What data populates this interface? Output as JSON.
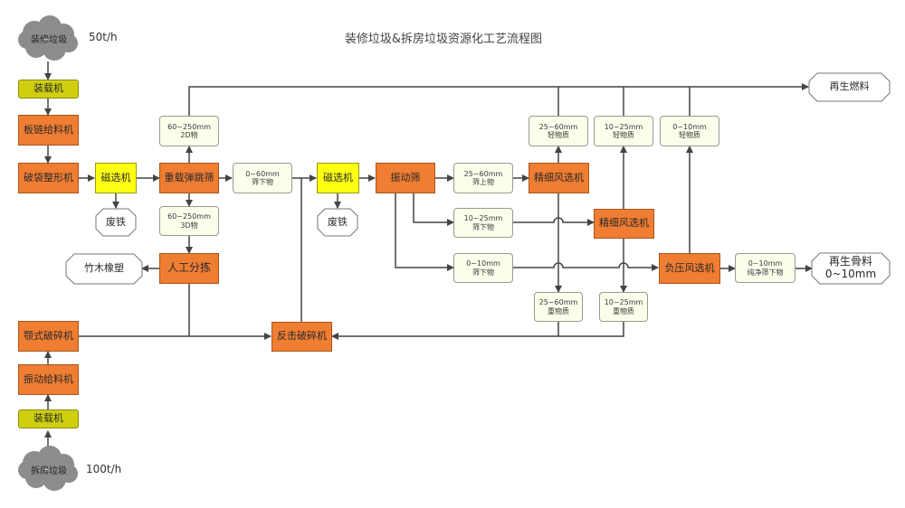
{
  "title": "装修垃圾&拆房垃圾资源化工艺流程图",
  "colors": {
    "process": "#ef7d32",
    "loader": "#cfcf0f",
    "magnet": "#ffff14",
    "material": "#fdfdec",
    "source_cloud": "#8c8c8c",
    "line": "#444444"
  },
  "sources": {
    "renovation": {
      "label": "装修垃圾",
      "rate": "50t/h"
    },
    "demolition": {
      "label": "拆房垃圾",
      "rate": "100t/h"
    }
  },
  "nodes": {
    "loader_top": "装载机",
    "chain_feeder": "板链给料机",
    "bag_breaker": "破袋整形机",
    "magnet_1": "磁选机",
    "heavy_screen": "重载弹跳筛",
    "scrap_iron_1": "废铁",
    "mat_2d": {
      "size": "60~250mm",
      "name": "2D物"
    },
    "mat_3d": {
      "size": "60~250mm",
      "name": "3D物"
    },
    "manual_sort": "人工分拣",
    "bamboo_plastic": "竹木橡塑",
    "mat_0_60": {
      "size": "0~60mm",
      "name": "筛下物"
    },
    "magnet_2": "磁选机",
    "scrap_iron_2": "废铁",
    "vibrating_screen": "振动筛",
    "mat_25_60_over": {
      "size": "25~60mm",
      "name": "筛上物"
    },
    "mat_10_25_under": {
      "size": "10~25mm",
      "name": "筛下物"
    },
    "mat_0_10_under": {
      "size": "0~10mm",
      "name": "筛下物"
    },
    "air_sep_1": "精细风选机",
    "air_sep_2": "精细风选机",
    "neg_air_sep": "负压风选机",
    "light_25_60": {
      "size": "25~60mm",
      "name": "轻物质"
    },
    "light_10_25": {
      "size": "10~25mm",
      "name": "轻物质"
    },
    "light_0_10": {
      "size": "0~10mm",
      "name": "轻物质"
    },
    "heavy_25_60": {
      "size": "25~60mm",
      "name": "重物质"
    },
    "heavy_10_25": {
      "size": "10~25mm",
      "name": "重物质"
    },
    "clean_0_10": {
      "size": "0~10mm",
      "name": "纯净筛下物"
    },
    "recycled_fuel": "再生燃料",
    "recycled_aggregate": {
      "line1": "再生骨料",
      "line2": "0~10mm"
    },
    "impact_crusher": "反击破碎机",
    "jaw_crusher": "颚式破碎机",
    "vib_feeder": "振动给料机",
    "loader_bottom": "装载机"
  }
}
